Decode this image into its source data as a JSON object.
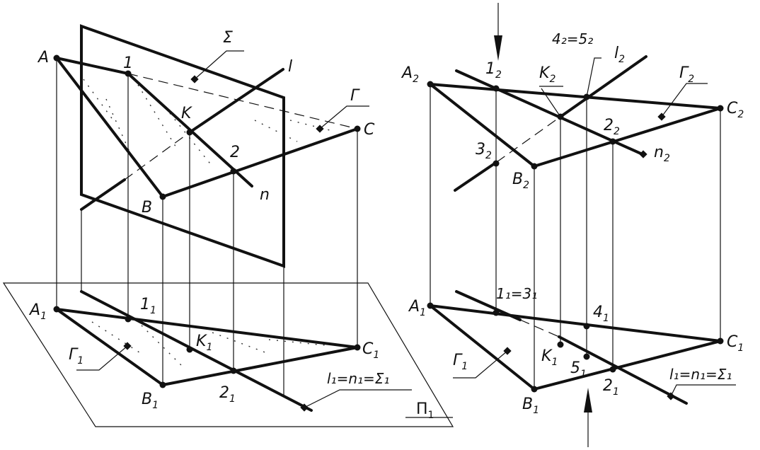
{
  "left": {
    "labels": {
      "A": "A",
      "one": "1",
      "K": "K",
      "two": "2",
      "B": "B",
      "C": "C",
      "l": "l",
      "n": "n",
      "Sigma": "Σ",
      "Gamma": "Γ",
      "A1": "A",
      "A1_sub": "1",
      "one1": "1",
      "one1_sub": "1",
      "K1": "K",
      "K1_sub": "1",
      "two1": "2",
      "two1_sub": "1",
      "B1": "B",
      "B1_sub": "1",
      "C1": "C",
      "C1_sub": "1",
      "Gamma1": "Γ",
      "Gamma1_sub": "1",
      "trace": "l₁=n₁=Σ₁",
      "Pi1": "Π",
      "Pi1_sub": "1"
    }
  },
  "right": {
    "labels": {
      "A2": "A",
      "A2_sub": "2",
      "one2": "1",
      "one2_sub": "2",
      "K2": "K",
      "K2_sub": "2",
      "top45": "4₂=5₂",
      "l2": "l",
      "l2_sub": "2",
      "Gamma2": "Γ",
      "Gamma2_sub": "2",
      "C2": "C",
      "C2_sub": "2",
      "two2": "2",
      "two2_sub": "2",
      "n2": "n",
      "n2_sub": "2",
      "three2": "3",
      "three2_sub": "2",
      "B2": "B",
      "B2_sub": "2",
      "A1": "A",
      "A1_sub": "1",
      "eq13": "1₁=3₁",
      "four1": "4",
      "four1_sub": "1",
      "C1": "C",
      "C1_sub": "1",
      "Gamma1": "Γ",
      "Gamma1_sub": "1",
      "K1": "K",
      "K1_sub": "1",
      "five1": "5",
      "five1_sub": "1",
      "two1": "2",
      "two1_sub": "1",
      "B1": "B",
      "B1_sub": "1",
      "trace": "l₁=n₁=Σ₁"
    }
  }
}
